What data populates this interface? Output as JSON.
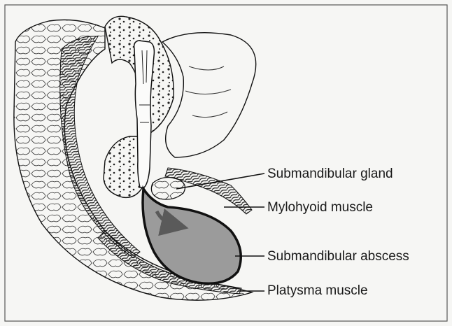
{
  "labels": {
    "submandibular_gland": "Submandibular gland",
    "mylohyoid_muscle": "Mylohyoid muscle",
    "submandibular_abscess": "Submandibular abscess",
    "platysma_muscle": "Platysma muscle"
  },
  "colors": {
    "background": "#f6f6f4",
    "outline": "#111111",
    "abscess_fill": "#9b9b9b",
    "border": "#555555"
  },
  "icons": {
    "spread_direction": "arrow-icon"
  }
}
